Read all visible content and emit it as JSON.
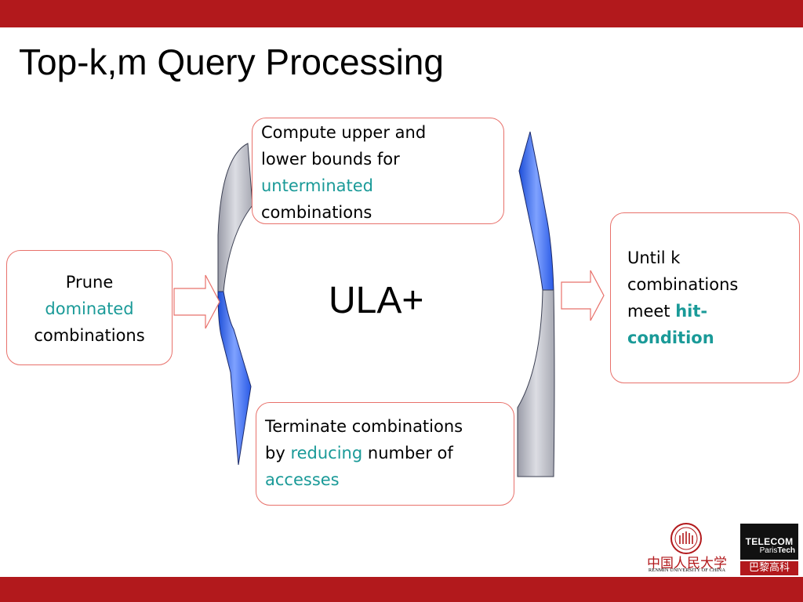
{
  "slide": {
    "title": "Top-k,m Query Processing",
    "center_label": "ULA+"
  },
  "boxes": {
    "compute": {
      "line1": "Compute upper and",
      "line2": "lower bounds for",
      "highlight": "unterminated",
      "line4": "combinations"
    },
    "prune": {
      "line1": "Prune",
      "highlight": "dominated",
      "line3": "combinations"
    },
    "terminate": {
      "line1": "Terminate combinations",
      "pre": "by ",
      "highlight1": "reducing",
      "post": " number of",
      "highlight2": "accesses"
    },
    "until": {
      "line1": "Until k",
      "line2": "combinations",
      "pre": "meet ",
      "highlight1": "hit-",
      "highlight2": "condition"
    }
  },
  "logos": {
    "renmin_cn": "中国人民大学",
    "renmin_en": "RENMIN UNIVERSITY OF CHINA",
    "telecom": "TELECOM",
    "paris": "Paris",
    "tech": "Tech",
    "telecom_cn": "巴黎高科"
  },
  "colors": {
    "bar": "#b2191c",
    "box_border": "#e8716b",
    "highlight": "#1a9a98",
    "arrow_blue": "#3d6ff5",
    "arrow_gray": "#c7c9d2"
  }
}
